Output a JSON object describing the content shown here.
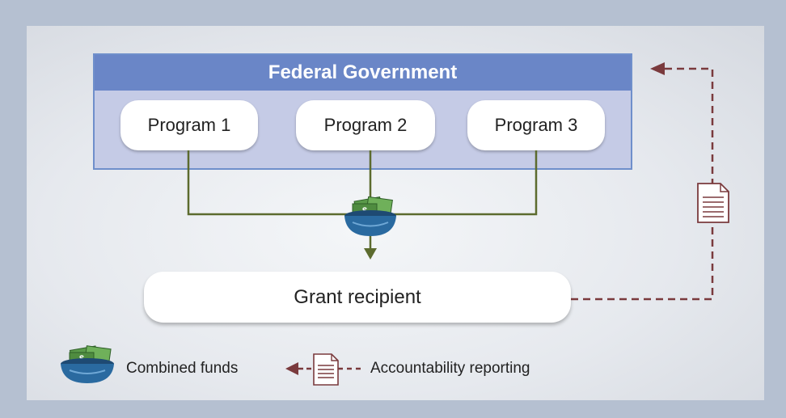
{
  "federal": {
    "title": "Federal Government"
  },
  "programs": [
    {
      "label": "Program 1"
    },
    {
      "label": "Program 2"
    },
    {
      "label": "Program 3"
    }
  ],
  "recipient": {
    "label": "Grant recipient"
  },
  "legend": {
    "combined_funds": "Combined funds",
    "accountability": "Accountability reporting"
  },
  "colors": {
    "background": "#b5c0d1",
    "federal_header": "#6a86c7",
    "federal_body": "#c5cbe6",
    "funds_line": "#5c6b2e",
    "report_line": "#7a3a3d"
  },
  "icons": [
    "money-bowl-icon",
    "document-icon",
    "arrow-left-icon",
    "arrow-down-icon"
  ]
}
